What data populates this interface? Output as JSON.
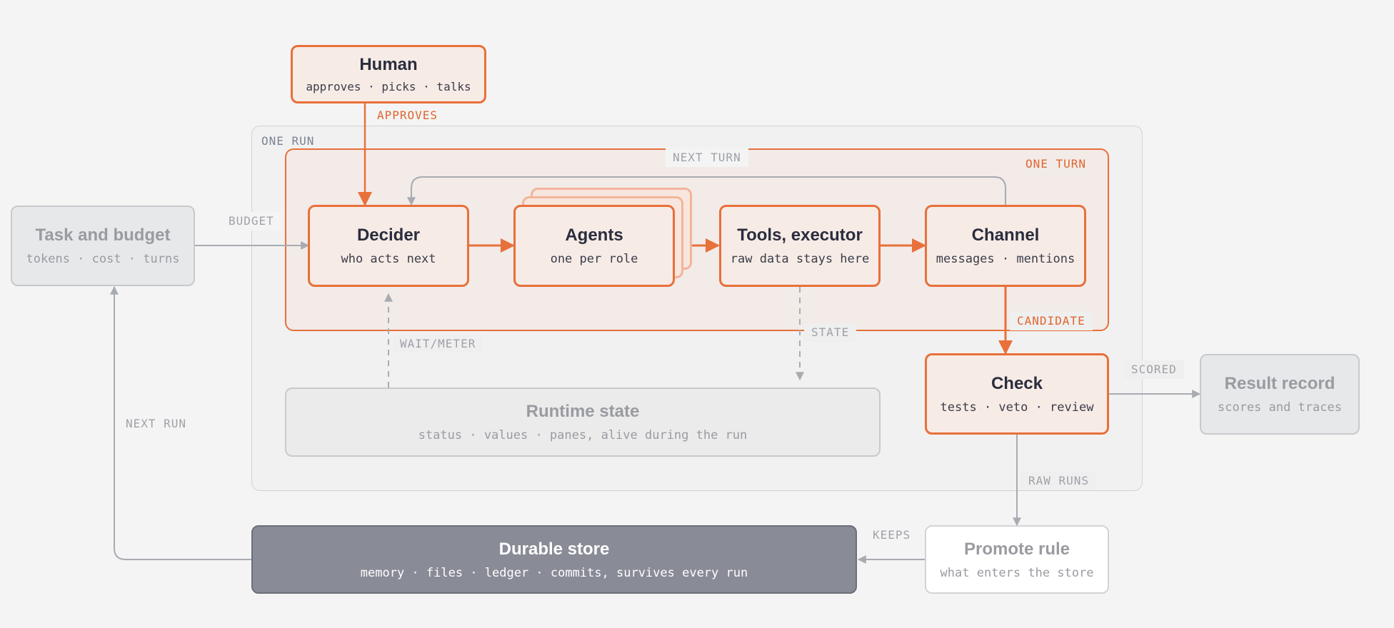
{
  "regions": {
    "one_run": "ONE RUN",
    "one_turn": "ONE TURN"
  },
  "nodes": {
    "human": {
      "title": "Human",
      "sub": "approves · picks · talks"
    },
    "task": {
      "title": "Task and budget",
      "sub": "tokens · cost · turns"
    },
    "decider": {
      "title": "Decider",
      "sub": "who acts next"
    },
    "agents": {
      "title": "Agents",
      "sub": "one per role"
    },
    "tools": {
      "title": "Tools, executor",
      "sub": "raw data stays here"
    },
    "channel": {
      "title": "Channel",
      "sub": "messages · mentions"
    },
    "runtime": {
      "title": "Runtime state",
      "sub": "status · values · panes, alive during the run"
    },
    "check": {
      "title": "Check",
      "sub": "tests · veto · review"
    },
    "result": {
      "title": "Result record",
      "sub": "scores and traces"
    },
    "store": {
      "title": "Durable store",
      "sub": "memory · files · ledger · commits, survives every run"
    },
    "promote": {
      "title": "Promote rule",
      "sub": "what enters the store"
    }
  },
  "edges": {
    "approves": "APPROVES",
    "budget": "BUDGET",
    "next_turn": "NEXT TURN",
    "state": "STATE",
    "wait_meter": "WAIT/METER",
    "candidate": "CANDIDATE",
    "scored": "SCORED",
    "raw_runs": "RAW RUNS",
    "keeps": "KEEPS",
    "next_run": "NEXT RUN"
  },
  "colors": {
    "accent": "#e8703a",
    "muted_line": "#a9abb2",
    "dark_fill": "#898b96"
  }
}
